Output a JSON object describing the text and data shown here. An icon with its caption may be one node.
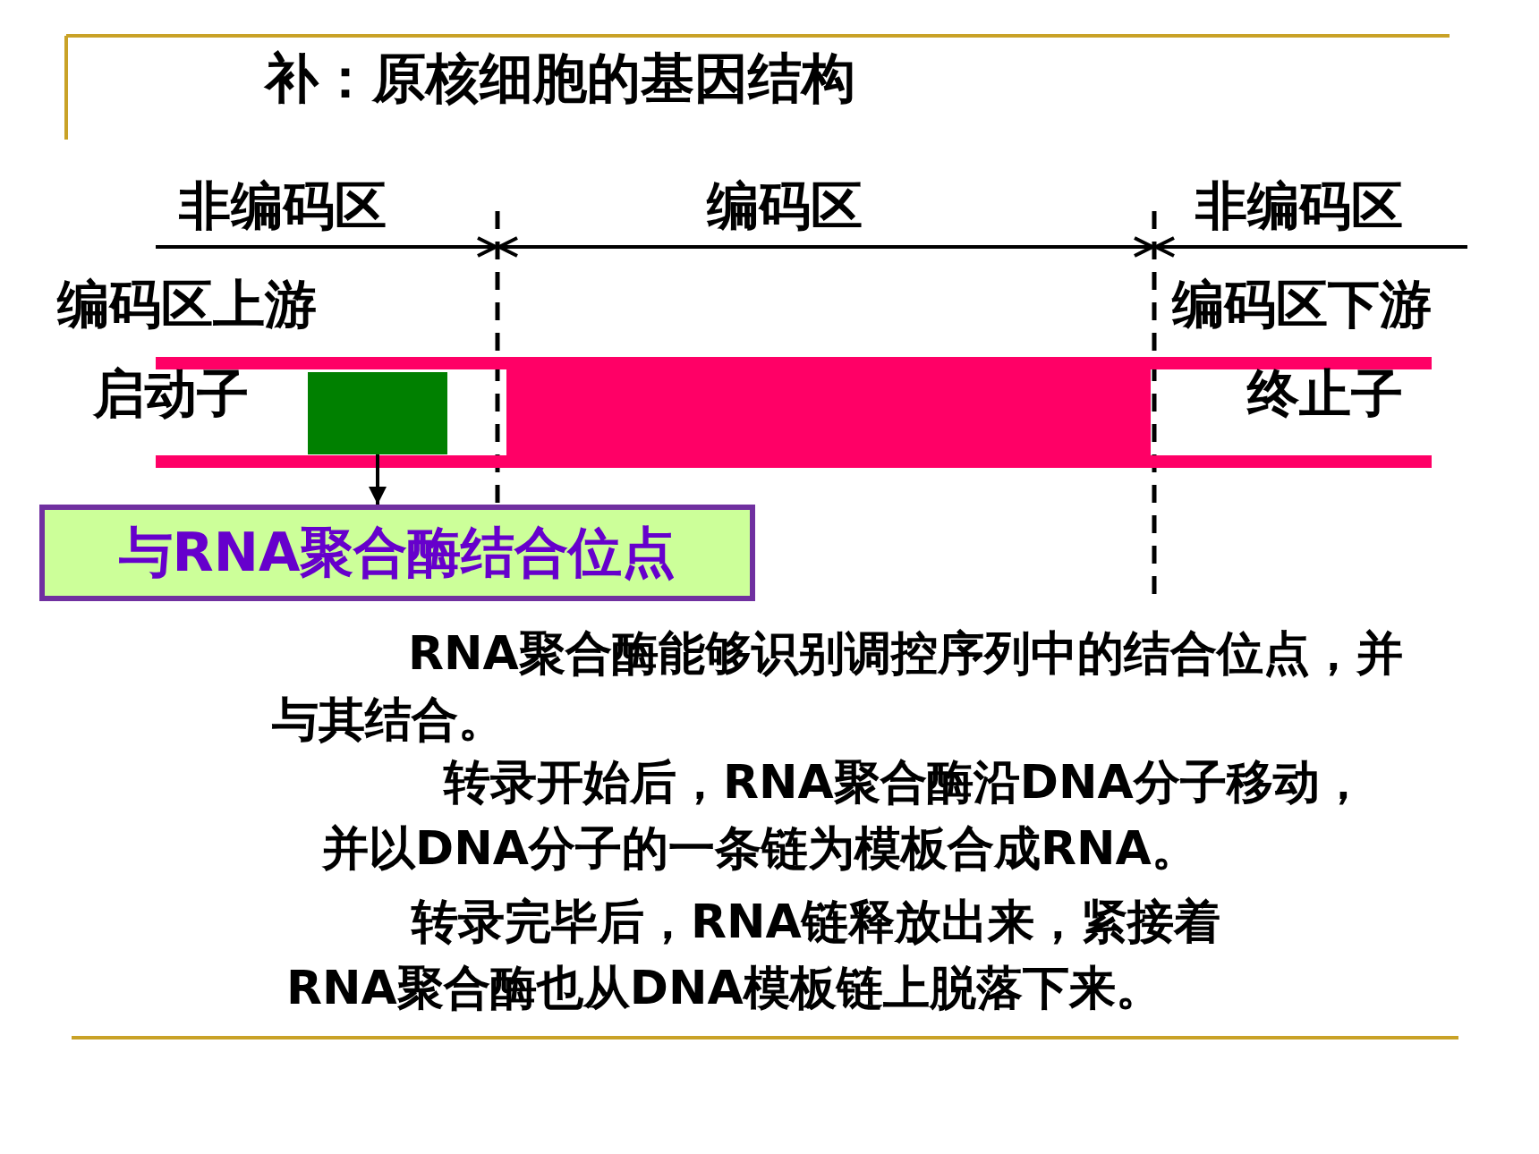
{
  "diagram": {
    "title": "补：原核细胞的基因结构",
    "nodes": [
      {
        "text": [],
        "shape": "box"
      },
      {
        "text": [
          "与RNA聚合酶结合位点"
        ]
      },
      {
        "text": [],
        "shape": "bar"
      }
    ],
    "edges": [
      {
        "from": 0,
        "to": 1,
        "arrow": "to"
      }
    ],
    "labels": [
      "非编码区",
      "编码区",
      "非编码区",
      "编码区上游",
      "编码区下游",
      "启动子",
      "终止子",
      "RNA聚合酶能够识别调控序列中的结合位点，并与其结合。",
      "转录开始后，RNA聚合酶沿DNA分子移动，并以DNA分子的一条链为模板合成RNA。",
      "转录完毕后，RNA链释放出来，紧接着RNA聚合酶也从DNA模板链上脱落下来。"
    ]
  }
}
